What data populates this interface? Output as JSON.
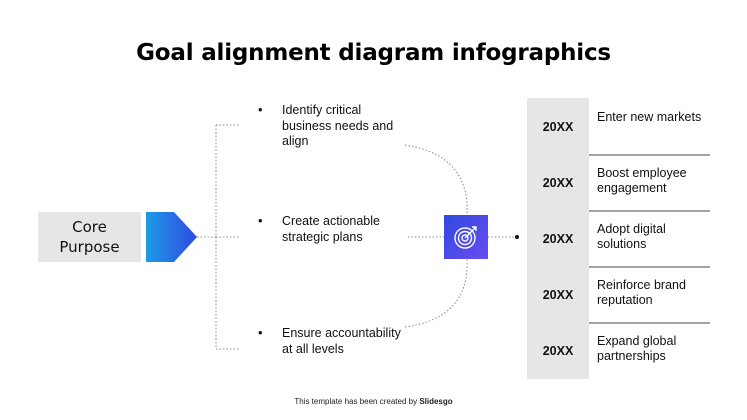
{
  "title": "Goal alignment diagram infographics",
  "core": {
    "line1": "Core",
    "line2": "Purpose"
  },
  "steps": [
    {
      "text": "Identify critical business needs and align"
    },
    {
      "text": "Create actionable strategic plans"
    },
    {
      "text": "Ensure accountability at all levels"
    }
  ],
  "icon": "target-dart-icon",
  "goals": [
    {
      "year": "20XX",
      "text": "Enter new markets"
    },
    {
      "year": "20XX",
      "text": "Boost employee engagement"
    },
    {
      "year": "20XX",
      "text": "Adopt digital solutions"
    },
    {
      "year": "20XX",
      "text": "Reinforce brand reputation"
    },
    {
      "year": "20XX",
      "text": "Expand global partnerships"
    }
  ],
  "footer": {
    "prefix": "This template has been created by",
    "brand": "Slidesgo"
  },
  "colors": {
    "accent_start": "#1e88e5",
    "accent_end": "#2f49e0",
    "panel_gray": "#e6e6e6"
  }
}
